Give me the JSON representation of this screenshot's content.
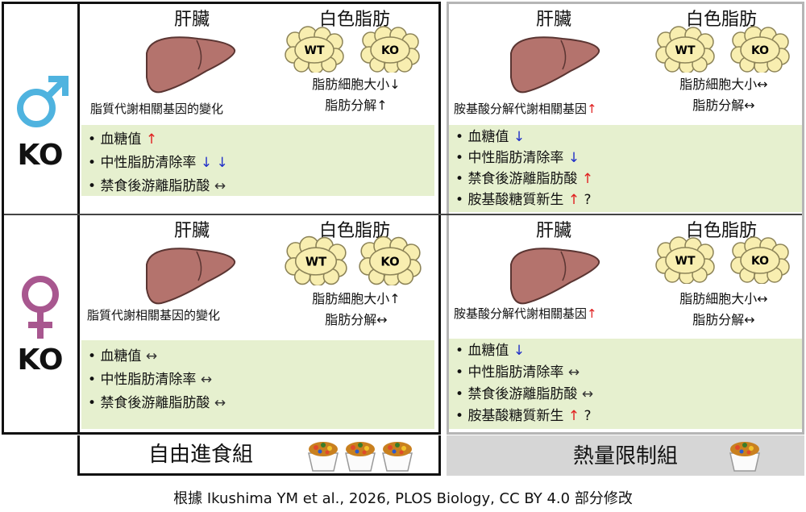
{
  "organs": {
    "liver": "肝臟",
    "white_fat": "白色脂肪"
  },
  "fat_labels": {
    "wt": "WT",
    "ko": "KO"
  },
  "rows": {
    "male": {
      "label": "KO",
      "free": {
        "liver_note": "脂質代謝相關基因的變化",
        "fat_note_1": "脂肪細胞大小↓",
        "fat_note_2": "脂肪分解↑",
        "items": [
          {
            "text": "血糖值",
            "arrow": "↑"
          },
          {
            "text": "中性脂肪清除率",
            "arrow": "↓ ↓"
          },
          {
            "text": "禁食後游離脂肪酸",
            "arrow": "↔"
          }
        ]
      },
      "restricted": {
        "liver_note": "胺基酸分解代謝相關基因",
        "liver_arrow": "↑",
        "fat_note_1": "脂肪細胞大小↔",
        "fat_note_2": "脂肪分解↔",
        "items": [
          {
            "text": "血糖值",
            "arrow": "↓"
          },
          {
            "text": "中性脂肪清除率",
            "arrow": "↓"
          },
          {
            "text": "禁食後游離脂肪酸",
            "arrow": "↑"
          },
          {
            "text": "胺基酸糖質新生",
            "arrow": "↑",
            "suffix": "?"
          }
        ]
      }
    },
    "female": {
      "label": "KO",
      "free": {
        "liver_note": "脂質代謝相關基因的變化",
        "fat_note_1": "脂肪細胞大小↑",
        "fat_note_2": "脂肪分解↔",
        "items": [
          {
            "text": "血糖值",
            "arrow": "↔"
          },
          {
            "text": "中性脂肪清除率",
            "arrow": "↔"
          },
          {
            "text": "禁食後游離脂肪酸",
            "arrow": "↔"
          }
        ]
      },
      "restricted": {
        "liver_note": "胺基酸分解代謝相關基因",
        "liver_arrow": "↑",
        "fat_note_1": "脂肪細胞大小↔",
        "fat_note_2": "脂肪分解↔",
        "items": [
          {
            "text": "血糖值",
            "arrow": "↓"
          },
          {
            "text": "中性脂肪清除率",
            "arrow": "↔"
          },
          {
            "text": "禁食後游離脂肪酸",
            "arrow": "↔"
          },
          {
            "text": "胺基酸糖質新生",
            "arrow": "↑",
            "suffix": "?"
          }
        ]
      }
    }
  },
  "groups": {
    "free_feeding": "自由進食組",
    "calorie_restriction": "熱量限制組"
  },
  "footer": "根據  Ikushima YM et al., 2026,  PLOS Biology, CC BY 4.0 部分修改",
  "colors": {
    "up": "#e02020",
    "down": "#1f2ec8",
    "green_box": "#e6f0cf",
    "male_symbol": "#4fb3df",
    "female_symbol": "#a8578f",
    "liver": "#b4736d"
  }
}
